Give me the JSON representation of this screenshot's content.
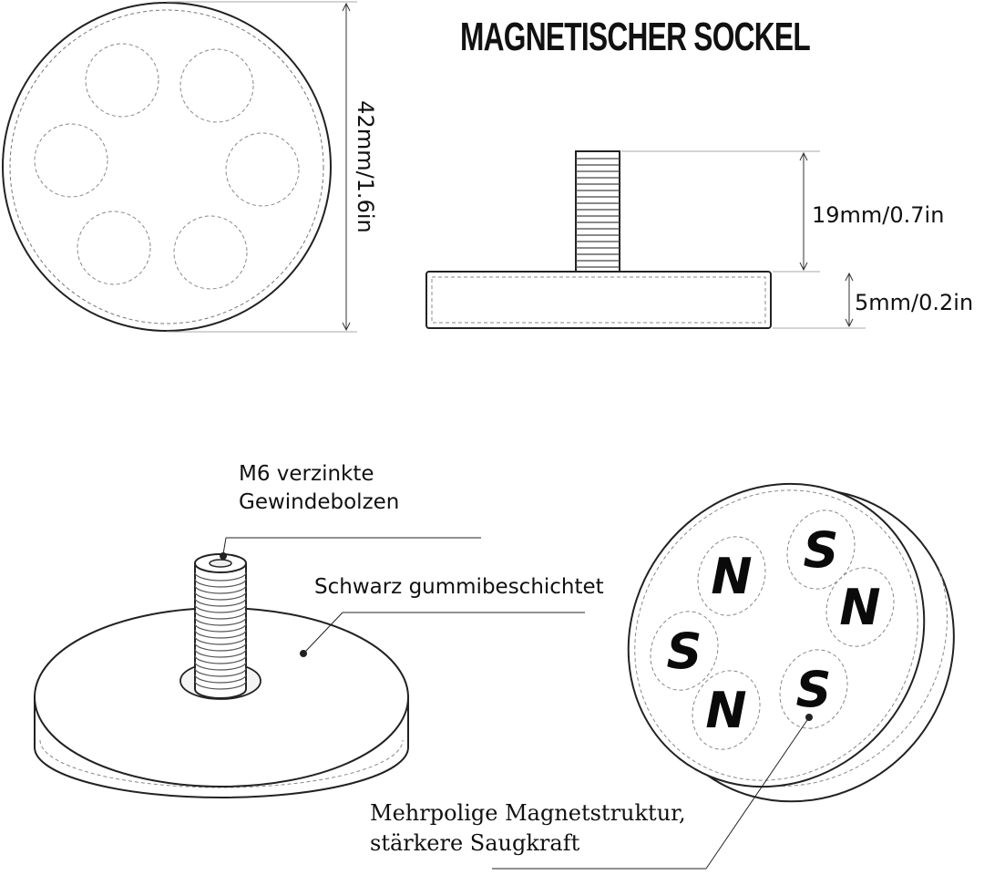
{
  "title": "MAGNETISCHER SOCKEL",
  "dimensions": {
    "diameter": "42mm/1.6in",
    "bolt_height": "19mm/0.7in",
    "base_height": "5mm/0.2in"
  },
  "callouts": {
    "bolt_line1": "M6 verzinkte",
    "bolt_line2": "Gewindebolzen",
    "coating": "Schwarz gummibeschichtet",
    "magnet_line1": "Mehrpolige Magnetstruktur,",
    "magnet_line2": "stärkere Saugkraft"
  },
  "poles": {
    "p1": "N",
    "p2": "S",
    "p3": "N",
    "p4": "S",
    "p5": "N",
    "p6": "S"
  }
}
